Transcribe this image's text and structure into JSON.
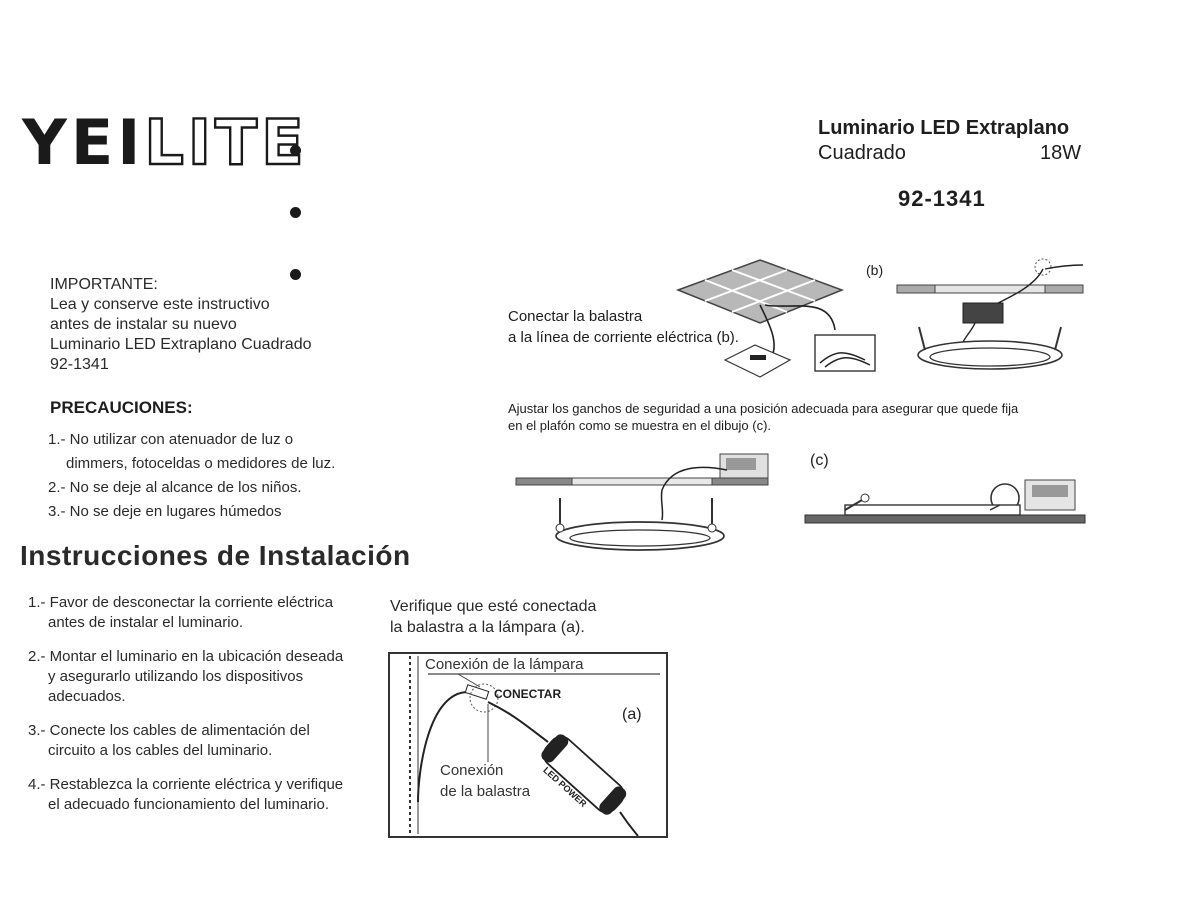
{
  "brand": {
    "yei": "YEI",
    "lite": "LITE"
  },
  "header": {
    "product_line1": "Luminario LED Extraplano",
    "product_line2": "Cuadrado",
    "wattage": "18W",
    "code": "92-1341"
  },
  "importante": {
    "lines": [
      "IMPORTANTE:",
      "Lea y conserve este instructivo",
      "antes de instalar su nuevo",
      "Luminario LED Extraplano Cuadrado",
      "92-1341"
    ]
  },
  "precauciones": {
    "title": "PRECAUCIONES:",
    "items": [
      {
        "line1": "1.- No utilizar con atenuador de luz o",
        "line2": "dimmers, fotoceldas o medidores de luz."
      },
      {
        "line1": "2.- No se deje al alcance  de los niños.",
        "line2": ""
      },
      {
        "line1": "3.- No se deje en lugares húmedos",
        "line2": ""
      }
    ]
  },
  "instrucciones": {
    "title": "Instrucciones de Instalación",
    "items": [
      {
        "line1": "1.- Favor de desconectar la corriente eléctrica",
        "line2": "antes de instalar el luminario.",
        "line3": ""
      },
      {
        "line1": "2.- Montar el luminario en la ubicación deseada",
        "line2": "y asegurarlo utilizando los dispositivos",
        "line3": "adecuados."
      },
      {
        "line1": "3.- Conecte los cables de alimentación del",
        "line2": "circuito a los cables del luminario.",
        "line3": ""
      },
      {
        "line1": "4.- Restablezca la corriente eléctrica y verifique",
        "line2": "el adecuado funcionamiento del luminario.",
        "line3": ""
      }
    ]
  },
  "step_b": {
    "text1": "Conectar la balastra",
    "text2": "a la línea de corriente eléctrica (b).",
    "label": "(b)"
  },
  "step_c": {
    "text1": "Ajustar los ganchos de seguridad a una posición adecuada para asegurar que quede fija",
    "text2": "en el plafón como se muestra en el dibujo (c).",
    "label": "(c)"
  },
  "step_a": {
    "text1": "Verifique que esté conectada",
    "text2": "la balastra a la lámpara (a).",
    "label": "(a)",
    "conexion_lampara": "Conexión de la lámpara",
    "conectar": "CONECTAR",
    "conexion_balastra1": "Conexión",
    "conexion_balastra2": "de la balastra",
    "driver_label": "LED POWER"
  }
}
